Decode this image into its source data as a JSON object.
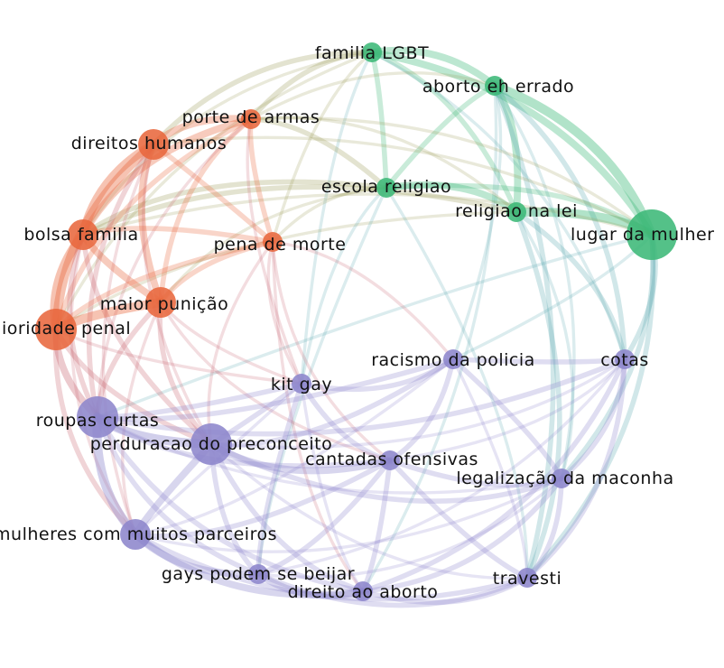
{
  "colors": {
    "orange": "#e8683e",
    "green": "#3cb878",
    "purple": "#8d86cc",
    "olive": "#9a9a55",
    "teal": "#5aaab0",
    "rose": "#c86470",
    "background": "#ffffff",
    "label": "#111111"
  },
  "nodes": [
    {
      "id": "familia_lgbt",
      "label": "familia LGBT",
      "group": "green",
      "size": 1
    },
    {
      "id": "aborto_errado",
      "label": "aborto eh errado",
      "group": "green",
      "size": 1
    },
    {
      "id": "porte_armas",
      "label": "porte de armas",
      "group": "orange",
      "size": 1
    },
    {
      "id": "direitos_humanos",
      "label": "direitos humanos",
      "group": "orange",
      "size": 2
    },
    {
      "id": "escola_religiao",
      "label": "escola religiao",
      "group": "green",
      "size": 1
    },
    {
      "id": "religiao_lei",
      "label": "religiao na lei",
      "group": "green",
      "size": 1
    },
    {
      "id": "lugar_mulher",
      "label": "lugar da mulher",
      "group": "green",
      "size": 4
    },
    {
      "id": "bolsa_familia",
      "label": "bolsa familia",
      "group": "orange",
      "size": 2
    },
    {
      "id": "pena_morte",
      "label": "pena de morte",
      "group": "orange",
      "size": 1
    },
    {
      "id": "maior_punicao",
      "label": "maior punição",
      "group": "orange",
      "size": 2
    },
    {
      "id": "maioridade_penal",
      "label": "maioridade penal",
      "group": "orange",
      "size": 3
    },
    {
      "id": "racismo_policia",
      "label": "racismo da policia",
      "group": "purple",
      "size": 1
    },
    {
      "id": "cotas",
      "label": "cotas",
      "group": "purple",
      "size": 1
    },
    {
      "id": "kit_gay",
      "label": "kit gay",
      "group": "purple",
      "size": 1
    },
    {
      "id": "roupas_curtas",
      "label": "roupas curtas",
      "group": "purple",
      "size": 3
    },
    {
      "id": "perduracao",
      "label": "perduracao do preconceito",
      "group": "purple",
      "size": 3
    },
    {
      "id": "cantadas",
      "label": "cantadas ofensivas",
      "group": "purple",
      "size": 1
    },
    {
      "id": "maconha",
      "label": "legalização da maconha",
      "group": "purple",
      "size": 1
    },
    {
      "id": "mulheres_parceiros",
      "label": "mulheres com muitos parceiros",
      "group": "purple",
      "size": 2
    },
    {
      "id": "gays_beijar",
      "label": "gays podem se beijar",
      "group": "purple",
      "size": 1
    },
    {
      "id": "direito_aborto",
      "label": "direito ao aborto",
      "group": "purple",
      "size": 1
    },
    {
      "id": "travesti",
      "label": "travesti",
      "group": "purple",
      "size": 1
    }
  ],
  "edges": [
    [
      "familia_lgbt",
      "aborto_errado",
      3
    ],
    [
      "familia_lgbt",
      "lugar_mulher",
      3
    ],
    [
      "familia_lgbt",
      "religiao_lei",
      2
    ],
    [
      "familia_lgbt",
      "escola_religiao",
      2
    ],
    [
      "familia_lgbt",
      "direitos_humanos",
      2
    ],
    [
      "familia_lgbt",
      "porte_armas",
      2
    ],
    [
      "familia_lgbt",
      "bolsa_familia",
      1
    ],
    [
      "familia_lgbt",
      "maioridade_penal",
      1
    ],
    [
      "familia_lgbt",
      "pena_morte",
      1
    ],
    [
      "familia_lgbt",
      "cotas",
      1
    ],
    [
      "familia_lgbt",
      "kit_gay",
      1
    ],
    [
      "aborto_errado",
      "lugar_mulher",
      4
    ],
    [
      "aborto_errado",
      "religiao_lei",
      3
    ],
    [
      "aborto_errado",
      "escola_religiao",
      2
    ],
    [
      "aborto_errado",
      "cotas",
      2
    ],
    [
      "aborto_errado",
      "travesti",
      2
    ],
    [
      "aborto_errado",
      "direito_aborto",
      1
    ],
    [
      "aborto_errado",
      "porte_armas",
      1
    ],
    [
      "aborto_errado",
      "maconha",
      1
    ],
    [
      "aborto_errado",
      "racismo_policia",
      1
    ],
    [
      "religiao_lei",
      "lugar_mulher",
      4
    ],
    [
      "religiao_lei",
      "escola_religiao",
      3
    ],
    [
      "religiao_lei",
      "cotas",
      2
    ],
    [
      "religiao_lei",
      "travesti",
      2
    ],
    [
      "religiao_lei",
      "maconha",
      1
    ],
    [
      "religiao_lei",
      "porte_armas",
      1
    ],
    [
      "religiao_lei",
      "bolsa_familia",
      2
    ],
    [
      "religiao_lei",
      "maioridade_penal",
      1
    ],
    [
      "escola_religiao",
      "lugar_mulher",
      2
    ],
    [
      "escola_religiao",
      "porte_armas",
      2
    ],
    [
      "escola_religiao",
      "bolsa_familia",
      2
    ],
    [
      "escola_religiao",
      "maior_punicao",
      1
    ],
    [
      "escola_religiao",
      "pena_morte",
      1
    ],
    [
      "escola_religiao",
      "kit_gay",
      1
    ],
    [
      "escola_religiao",
      "gays_beijar",
      1
    ],
    [
      "escola_religiao",
      "travesti",
      1
    ],
    [
      "lugar_mulher",
      "cotas",
      2
    ],
    [
      "lugar_mulher",
      "travesti",
      2
    ],
    [
      "lugar_mulher",
      "maconha",
      2
    ],
    [
      "lugar_mulher",
      "porte_armas",
      1
    ],
    [
      "lugar_mulher",
      "direitos_humanos",
      1
    ],
    [
      "lugar_mulher",
      "bolsa_familia",
      1
    ],
    [
      "lugar_mulher",
      "racismo_policia",
      1
    ],
    [
      "lugar_mulher",
      "roupas_curtas",
      1
    ],
    [
      "porte_armas",
      "direitos_humanos",
      3
    ],
    [
      "porte_armas",
      "bolsa_familia",
      3
    ],
    [
      "porte_armas",
      "maioridade_penal",
      2
    ],
    [
      "porte_armas",
      "maior_punicao",
      2
    ],
    [
      "porte_armas",
      "pena_morte",
      2
    ],
    [
      "porte_armas",
      "roupas_curtas",
      1
    ],
    [
      "porte_armas",
      "kit_gay",
      1
    ],
    [
      "direitos_humanos",
      "bolsa_familia",
      4
    ],
    [
      "direitos_humanos",
      "maioridade_penal",
      4
    ],
    [
      "direitos_humanos",
      "maior_punicao",
      3
    ],
    [
      "direitos_humanos",
      "pena_morte",
      2
    ],
    [
      "direitos_humanos",
      "roupas_curtas",
      2
    ],
    [
      "direitos_humanos",
      "perduracao",
      1
    ],
    [
      "direitos_humanos",
      "mulheres_parceiros",
      1
    ],
    [
      "bolsa_familia",
      "maioridade_penal",
      4
    ],
    [
      "bolsa_familia",
      "maior_punicao",
      3
    ],
    [
      "bolsa_familia",
      "pena_morte",
      2
    ],
    [
      "bolsa_familia",
      "roupas_curtas",
      2
    ],
    [
      "bolsa_familia",
      "perduracao",
      2
    ],
    [
      "bolsa_familia",
      "mulheres_parceiros",
      1
    ],
    [
      "maioridade_penal",
      "maior_punicao",
      4
    ],
    [
      "maioridade_penal",
      "roupas_curtas",
      3
    ],
    [
      "maioridade_penal",
      "perduracao",
      2
    ],
    [
      "maioridade_penal",
      "mulheres_parceiros",
      2
    ],
    [
      "maioridade_penal",
      "pena_morte",
      2
    ],
    [
      "maioridade_penal",
      "kit_gay",
      1
    ],
    [
      "maior_punicao",
      "pena_morte",
      2
    ],
    [
      "maior_punicao",
      "roupas_curtas",
      2
    ],
    [
      "maior_punicao",
      "perduracao",
      2
    ],
    [
      "maior_punicao",
      "kit_gay",
      1
    ],
    [
      "maior_punicao",
      "cantadas",
      1
    ],
    [
      "maior_punicao",
      "mulheres_parceiros",
      1
    ],
    [
      "pena_morte",
      "perduracao",
      1
    ],
    [
      "pena_morte",
      "kit_gay",
      1
    ],
    [
      "pena_morte",
      "racismo_policia",
      1
    ],
    [
      "pena_morte",
      "cantadas",
      1
    ],
    [
      "pena_morte",
      "direito_aborto",
      1
    ],
    [
      "racismo_policia",
      "cotas",
      2
    ],
    [
      "racismo_policia",
      "kit_gay",
      2
    ],
    [
      "racismo_policia",
      "cantadas",
      2
    ],
    [
      "racismo_policia",
      "maconha",
      2
    ],
    [
      "racismo_policia",
      "roupas_curtas",
      2
    ],
    [
      "racismo_policia",
      "perduracao",
      2
    ],
    [
      "racismo_policia",
      "mulheres_parceiros",
      1
    ],
    [
      "racismo_policia",
      "travesti",
      1
    ],
    [
      "cotas",
      "maconha",
      2
    ],
    [
      "cotas",
      "travesti",
      2
    ],
    [
      "cotas",
      "cantadas",
      1
    ],
    [
      "cotas",
      "roupas_curtas",
      2
    ],
    [
      "cotas",
      "direito_aborto",
      2
    ],
    [
      "cotas",
      "perduracao",
      1
    ],
    [
      "cotas",
      "gays_beijar",
      1
    ],
    [
      "kit_gay",
      "perduracao",
      2
    ],
    [
      "kit_gay",
      "roupas_curtas",
      2
    ],
    [
      "kit_gay",
      "cantadas",
      2
    ],
    [
      "kit_gay",
      "gays_beijar",
      2
    ],
    [
      "kit_gay",
      "direito_aborto",
      1
    ],
    [
      "kit_gay",
      "mulheres_parceiros",
      1
    ],
    [
      "roupas_curtas",
      "perduracao",
      4
    ],
    [
      "roupas_curtas",
      "mulheres_parceiros",
      4
    ],
    [
      "roupas_curtas",
      "gays_beijar",
      2
    ],
    [
      "roupas_curtas",
      "direito_aborto",
      2
    ],
    [
      "roupas_curtas",
      "cantadas",
      2
    ],
    [
      "roupas_curtas",
      "maconha",
      1
    ],
    [
      "perduracao",
      "mulheres_parceiros",
      3
    ],
    [
      "perduracao",
      "cantadas",
      3
    ],
    [
      "perduracao",
      "gays_beijar",
      2
    ],
    [
      "perduracao",
      "direito_aborto",
      2
    ],
    [
      "perduracao",
      "maconha",
      2
    ],
    [
      "perduracao",
      "travesti",
      1
    ],
    [
      "cantadas",
      "maconha",
      2
    ],
    [
      "cantadas",
      "travesti",
      2
    ],
    [
      "cantadas",
      "gays_beijar",
      2
    ],
    [
      "cantadas",
      "direito_aborto",
      2
    ],
    [
      "cantadas",
      "mulheres_parceiros",
      2
    ],
    [
      "maconha",
      "travesti",
      2
    ],
    [
      "maconha",
      "direito_aborto",
      2
    ],
    [
      "maconha",
      "gays_beijar",
      1
    ],
    [
      "maconha",
      "mulheres_parceiros",
      1
    ],
    [
      "mulheres_parceiros",
      "gays_beijar",
      3
    ],
    [
      "mulheres_parceiros",
      "direito_aborto",
      3
    ],
    [
      "mulheres_parceiros",
      "travesti",
      2
    ],
    [
      "gays_beijar",
      "direito_aborto",
      3
    ],
    [
      "gays_beijar",
      "travesti",
      2
    ],
    [
      "direito_aborto",
      "travesti",
      2
    ]
  ]
}
